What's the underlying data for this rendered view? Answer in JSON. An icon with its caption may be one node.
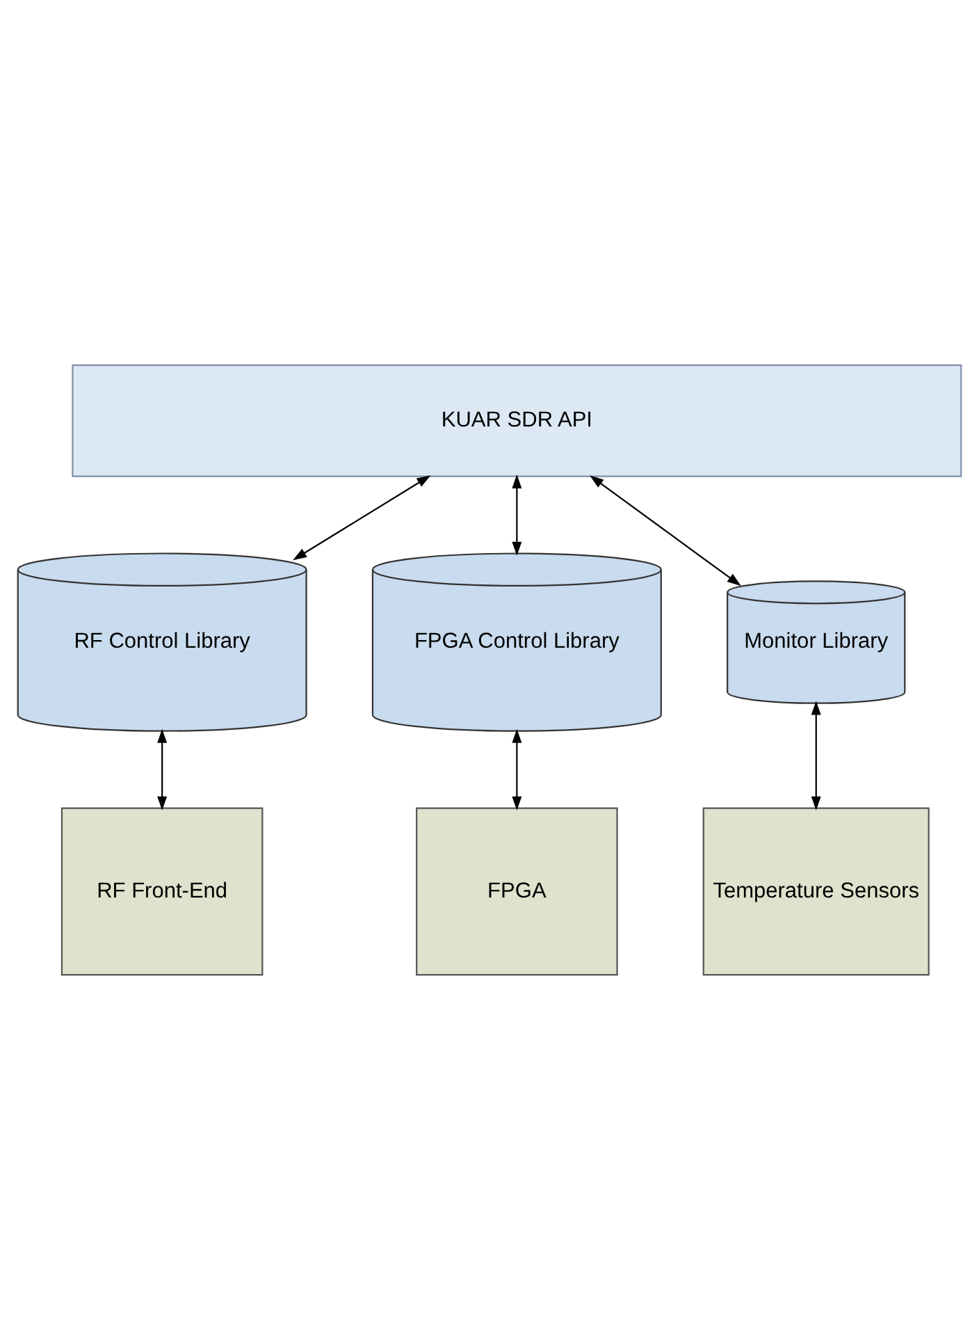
{
  "diagram": {
    "nodes": [
      {
        "text": [
          "KUAR SDR API"
        ]
      },
      {
        "text": [
          "RF Control Library"
        ]
      },
      {
        "text": [
          "FPGA Control Library"
        ]
      },
      {
        "text": [
          "Monitor Library"
        ]
      },
      {
        "text": [
          "RF Front-End"
        ]
      },
      {
        "text": [
          "FPGA"
        ]
      },
      {
        "text": [
          "Temperature Sensors"
        ]
      }
    ],
    "edges": [
      {
        "from": 0,
        "to": 1,
        "arrow": "both"
      },
      {
        "from": 0,
        "to": 3,
        "arrow": "both"
      },
      {
        "from": 0,
        "to": 2,
        "arrow": "both"
      },
      {
        "from": 1,
        "to": 4,
        "arrow": "both"
      },
      {
        "from": 3,
        "to": 6,
        "arrow": "both"
      },
      {
        "from": 2,
        "to": 5,
        "arrow": "both"
      }
    ]
  }
}
